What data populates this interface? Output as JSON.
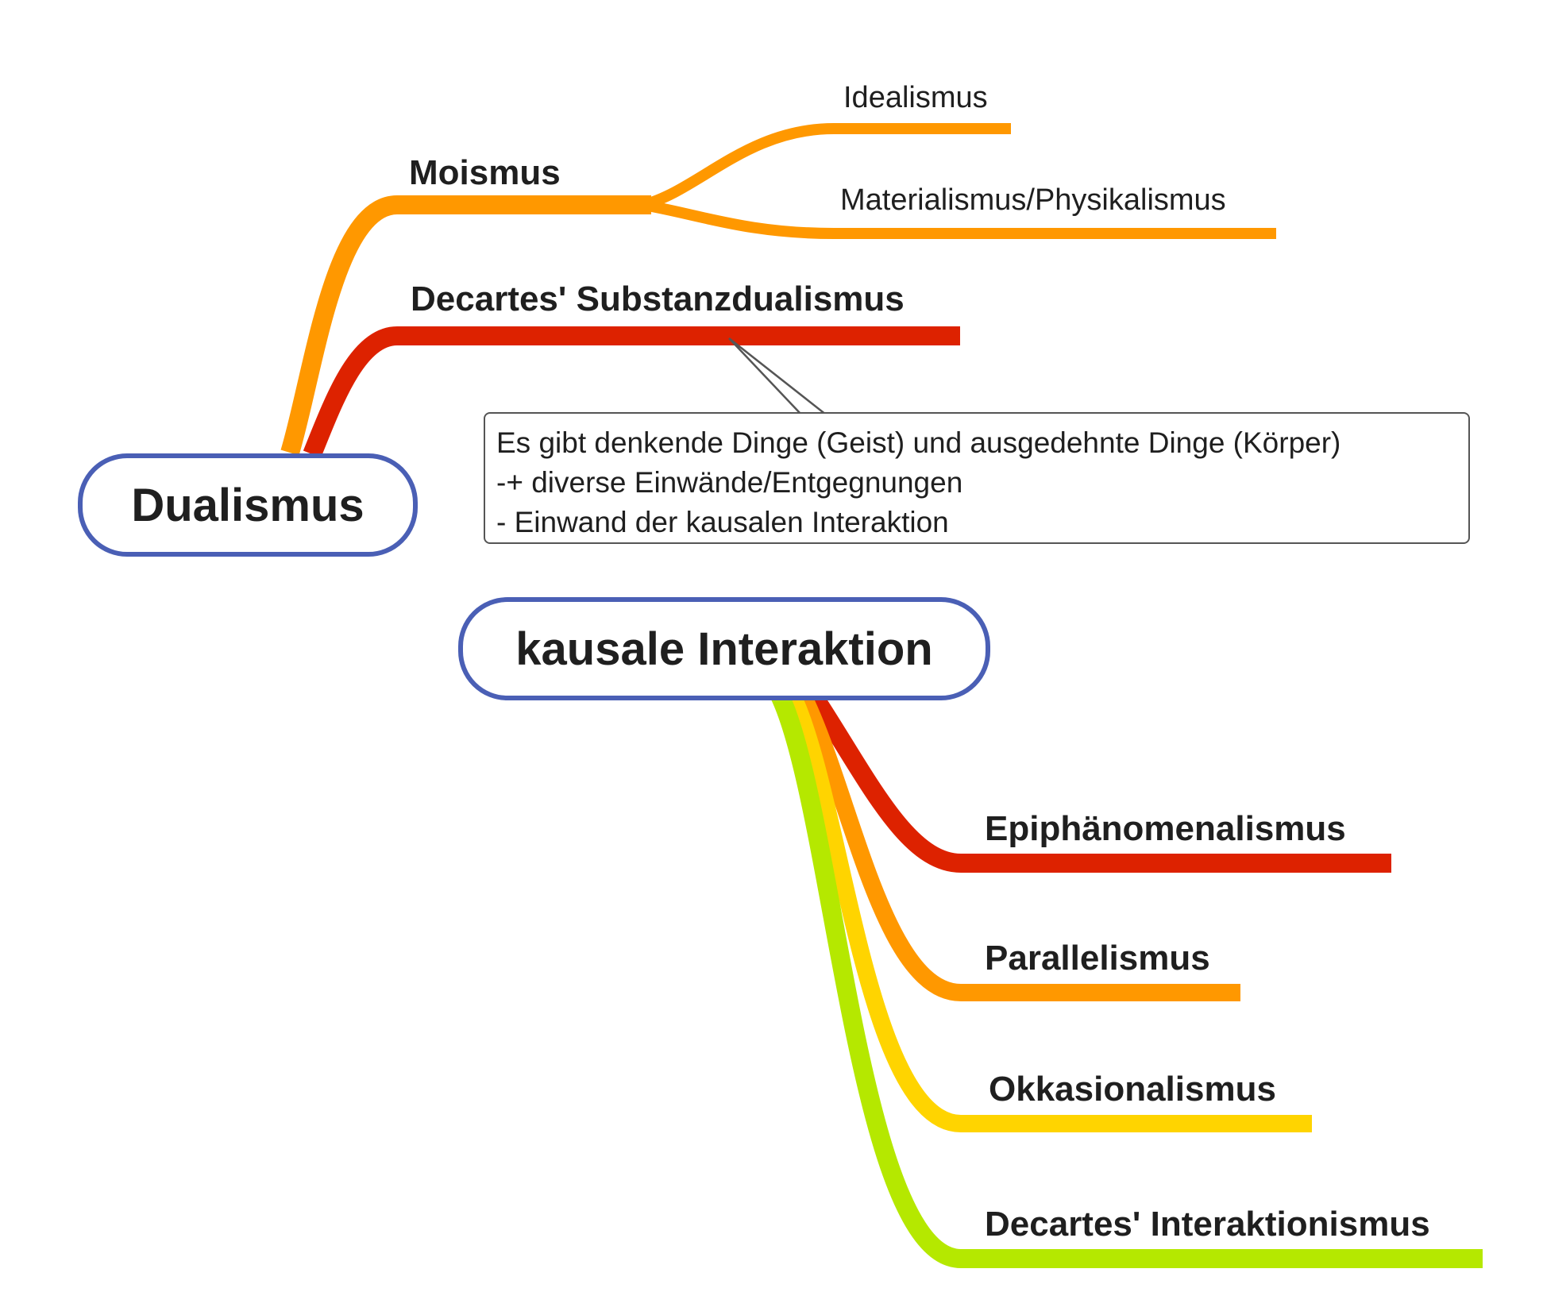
{
  "colors": {
    "moismus": "#ff9800",
    "substanzdualismus": "#dd2200",
    "epiphaenomenalismus": "#dd2200",
    "parallelismus": "#ff9800",
    "okkasionalismus": "#ffd400",
    "interaktionismus": "#b5e800",
    "root_border": "#4a5fb5"
  },
  "dualismus": {
    "title": "Dualismus",
    "branches": {
      "moismus": {
        "label": "Moismus",
        "children": [
          "Idealismus",
          "Materialismus/Physikalismus"
        ]
      },
      "substanzdualismus": {
        "label": "Decartes' Substanzdualismus",
        "note": [
          "Es gibt denkende Dinge (Geist) und ausgedehnte Dinge (Körper)",
          "-+ diverse Einwände/Entgegnungen",
          "- Einwand der kausalen Interaktion"
        ]
      }
    }
  },
  "kausale_interaktion": {
    "title": "kausale Interaktion",
    "branches": [
      "Epiphänomenalismus",
      "Parallelismus",
      "Okkasionalismus",
      "Decartes' Interaktionismus"
    ]
  }
}
